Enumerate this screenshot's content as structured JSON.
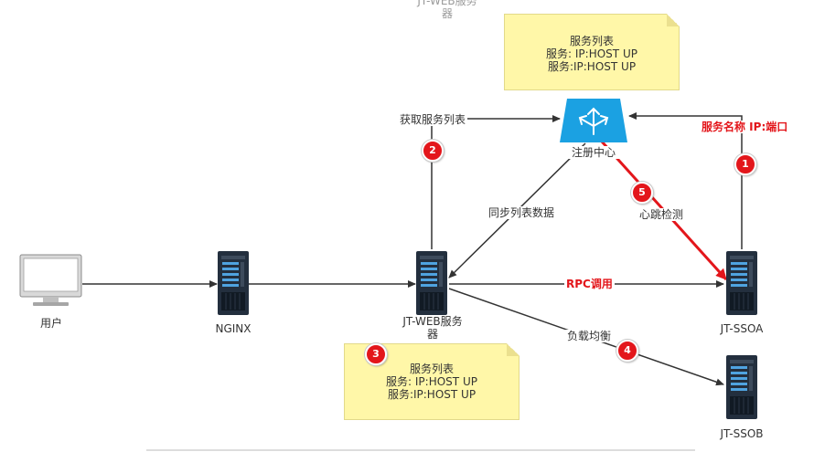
{
  "diagram": {
    "top_cut_label": "JT-WEB服务\n器",
    "nodes": {
      "user": "用户",
      "nginx": "NGINX",
      "web": "JT-WEB服务\n器",
      "registry": "注册中心",
      "ssoa": "JT-SSOA",
      "ssob": "JT-SSOB"
    },
    "notes": {
      "top": {
        "title": "服务列表",
        "line1": "服务: IP:HOST   UP",
        "line2": "服务:IP:HOST    UP"
      },
      "bottom": {
        "title": "服务列表",
        "line1": "服务: IP:HOST   UP",
        "line2": "服务:IP:HOST    UP"
      }
    },
    "edges": {
      "fetch_list": "获取服务列表",
      "sync_list": "同步列表数据",
      "heartbeat": "心跳检测",
      "register": "服务名称  IP:端口",
      "rpc": "RPC调用",
      "load_balance": "负载均衡"
    },
    "badges": [
      "1",
      "2",
      "3",
      "4",
      "5"
    ],
    "colors": {
      "accent_red": "#e3161b",
      "registry_blue": "#1ba1e2",
      "note_yellow": "#fff7a8",
      "server_dark": "#232f3e",
      "server_stripe": "#4fa3e0"
    }
  }
}
